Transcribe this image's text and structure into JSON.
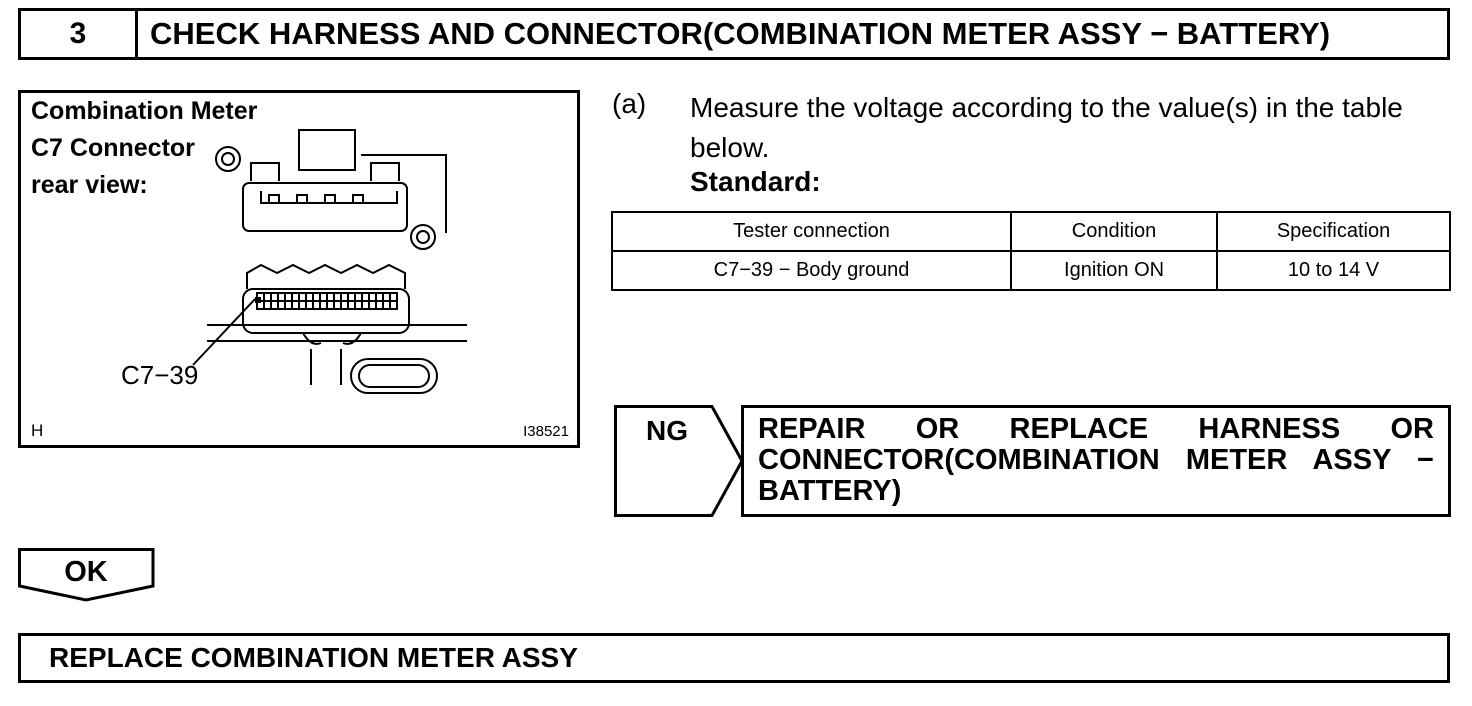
{
  "step": {
    "number": "3",
    "title": "CHECK HARNESS AND CONNECTOR(COMBINATION METER ASSY − BATTERY)"
  },
  "figure": {
    "label_lines": [
      "Combination Meter",
      "C7 Connector",
      "rear view:"
    ],
    "pin_label": "C7−39",
    "corner_letter": "H",
    "figure_id": "I38521"
  },
  "instruction": {
    "letter": "(a)",
    "text": "Measure the voltage according to the value(s) in the table below.",
    "standard_label": "Standard:"
  },
  "table": {
    "headers": [
      "Tester connection",
      "Condition",
      "Specification"
    ],
    "rows": [
      [
        "C7−39 − Body ground",
        "Ignition ON",
        "10 to 14 V"
      ]
    ]
  },
  "ng": {
    "label": "NG",
    "action": "REPAIR OR REPLACE HARNESS OR CONNECTOR(COMBINATION METER ASSY − BATTERY)"
  },
  "ok": {
    "label": "OK"
  },
  "result": {
    "text": "REPLACE COMBINATION METER ASSY"
  }
}
